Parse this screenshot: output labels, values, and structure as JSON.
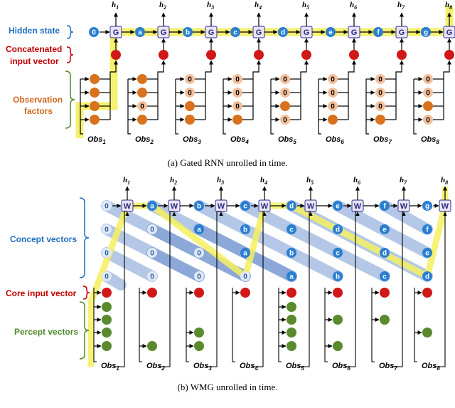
{
  "diagram": {
    "panel_a": {
      "caption": "(a) Gated RNN unrolled in time.",
      "labels": {
        "hidden_state": "Hidden state",
        "concat_line1": "Concatenated",
        "concat_line2": "input vector",
        "obs_line1": "Observation",
        "obs_line2": "factors"
      },
      "box_label": "G",
      "initial_state": "0",
      "states": [
        "a",
        "b",
        "c",
        "d",
        "e",
        "f",
        "g"
      ],
      "outputs": [
        "h1",
        "h2",
        "h3",
        "h4",
        "h5",
        "h6",
        "h7",
        "h8"
      ],
      "obs": [
        "Obs1",
        "Obs2",
        "Obs3",
        "Obs4",
        "Obs5",
        "Obs6",
        "Obs7",
        "Obs8"
      ],
      "zero": "0"
    },
    "panel_b": {
      "caption": "(b) WMG unrolled in time.",
      "labels": {
        "concept": "Concept vectors",
        "core": "Core input vector",
        "percept": "Percept vectors"
      },
      "box_label": "W",
      "zero": "0"
    },
    "colors": {
      "blue_node": "#2a7fd0",
      "orange_node": "#d8721c",
      "light_orange": "#f3c09c",
      "red_node": "#d01818",
      "green_node": "#5a8a2e",
      "box_fill": "#e8e4f6",
      "highlight": "#f4f060",
      "label_blue": "#1f6fc0",
      "label_red": "#c00000",
      "label_orange": "#d0651a",
      "label_green": "#4e8a2a"
    }
  }
}
